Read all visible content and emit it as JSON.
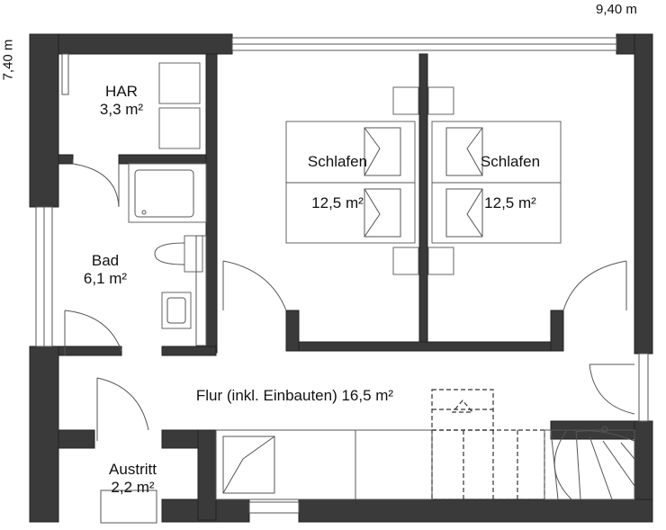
{
  "dimensions": {
    "width": "9,40 m",
    "depth": "7,40 m"
  },
  "rooms": {
    "har": {
      "name": "HAR",
      "area": "3,3 m²"
    },
    "bad": {
      "name": "Bad",
      "area": "6,1 m²"
    },
    "schlafen_left": {
      "name": "Schlafen",
      "area": "12,5 m²"
    },
    "schlafen_right": {
      "name": "Schlafen",
      "area": "12,5 m²"
    },
    "flur": {
      "label": "Flur (inkl. Einbauten) 16,5 m²"
    },
    "austritt": {
      "name": "Austritt",
      "area": "2,2 m²"
    }
  }
}
